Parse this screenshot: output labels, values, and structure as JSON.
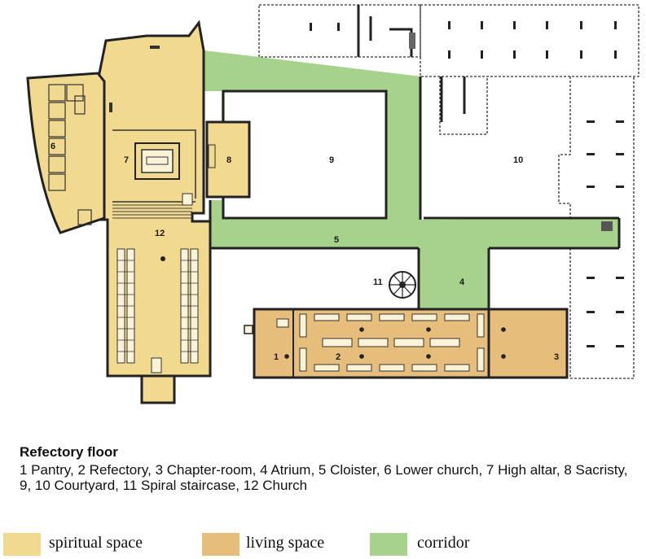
{
  "colors": {
    "spiritual": "#f1d98f",
    "living": "#e6bd7a",
    "corridor": "#a6d28b",
    "wall": "#222222"
  },
  "plan_labels": {
    "l1": "1",
    "l2": "2",
    "l3": "3",
    "l4": "4",
    "l5": "5",
    "l6": "6",
    "l7": "7",
    "l8": "8",
    "l9": "9",
    "l10": "10",
    "l11": "11",
    "l12": "12"
  },
  "caption": {
    "title": "Refectory floor",
    "text": "1 Pantry, 2 Refectory, 3 Chapter-room, 4 Atrium, 5 Cloister, 6 Lower church, 7 High altar, 8 Sacristy, 9, 10 Courtyard, 11 Spiral staircase, 12 Church"
  },
  "legend": [
    {
      "label": "spiritual space",
      "color": "#f1d98f"
    },
    {
      "label": "living space",
      "color": "#e6bd7a"
    },
    {
      "label": "corridor",
      "color": "#a6d28b"
    }
  ]
}
